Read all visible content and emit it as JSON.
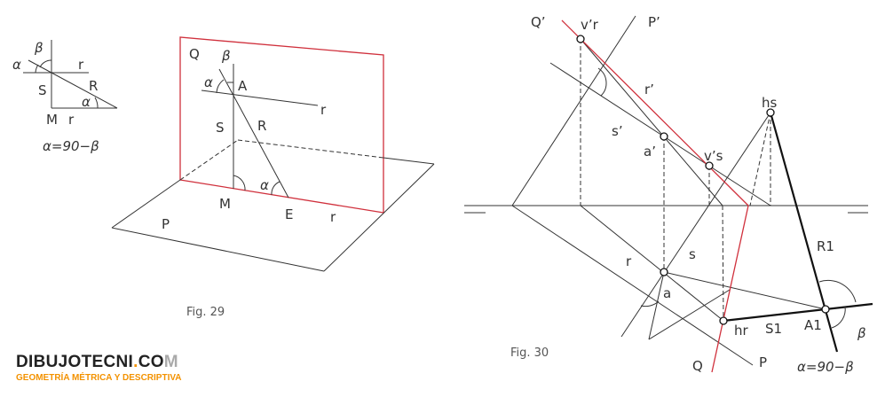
{
  "fig_small": {
    "alpha": "α",
    "beta": "β",
    "r_top": "r",
    "S": "S",
    "R": "R",
    "alpha2": "α",
    "M": "M",
    "r_bottom": "r",
    "formula": "α=90−β"
  },
  "fig29": {
    "Q": "Q",
    "beta": "β",
    "alpha": "α",
    "A": "A",
    "r_top": "r",
    "S": "S",
    "R": "R",
    "alpha2": "α",
    "M": "M",
    "E": "E",
    "r_bottom": "r",
    "P": "P",
    "caption": "Fig. 29"
  },
  "fig30": {
    "Qp": "Q’",
    "vpr": "v’r",
    "Pp": "P’",
    "rp": "r’",
    "sp": "s’",
    "ap": "a’",
    "vps": "v’s",
    "hs": "hs",
    "R1": "R1",
    "r": "r",
    "s": "s",
    "a": "a",
    "hr": "hr",
    "S1": "S1",
    "A1": "A1",
    "beta": "β",
    "Q": "Q",
    "P": "P",
    "formula": "α=90−β",
    "caption": "Fig. 30"
  },
  "logo": {
    "name_main": "DIBUJOTECNI",
    "dot": ".",
    "co": "CO",
    "m": "M",
    "subtitle": "GEOMETRÍA MÉTRICA Y DESCRIPTIVA"
  },
  "colors": {
    "accent": "#f39200",
    "plane_red": "#d0303c"
  }
}
